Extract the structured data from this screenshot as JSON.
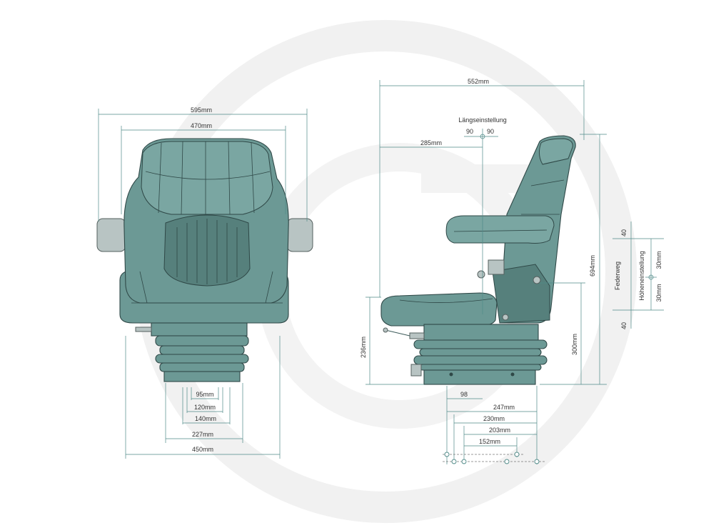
{
  "front_view": {
    "dimensions": {
      "total_width": "595mm",
      "backrest_width": "470mm",
      "d95": "95mm",
      "d120": "120mm",
      "d140": "140mm",
      "d227": "227mm",
      "d450": "450mm"
    }
  },
  "side_view": {
    "dimensions": {
      "depth": "552mm",
      "fore_aft_label": "Längseinstellung",
      "fore_aft_left": "90",
      "fore_aft_right": "90",
      "backrest_offset": "285mm",
      "total_height": "694mm",
      "suspension_label": "Federweg",
      "height_adj_label": "Höheneinstellung",
      "susp_top": "40",
      "susp_bottom": "40",
      "height_top": "30mm",
      "height_bottom": "30mm",
      "base_height": "300mm",
      "seat_height": "236mm",
      "d98": "98",
      "d247": "247mm",
      "d230": "230mm",
      "d203": "203mm",
      "d152": "152mm"
    }
  },
  "colors": {
    "upholstery": "#6c9995",
    "outline": "#2f4847",
    "dimension_line": "#4f8a88",
    "watermark": "#ececec"
  },
  "icons": {
    "watermark": "circular-logo-watermark"
  }
}
